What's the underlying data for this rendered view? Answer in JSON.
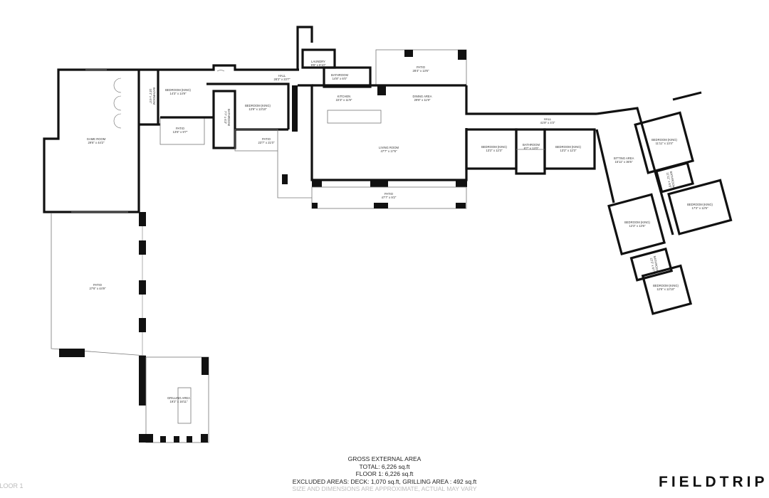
{
  "rooms": {
    "game_room": {
      "name": "GAME ROOM",
      "dims": "29'6\" x 44'2\""
    },
    "bedroom_1": {
      "name": "BEDROOM (KING)",
      "dims": "14'3\" x 14'9\""
    },
    "bathroom_1": {
      "name": "BATHROOM",
      "dims": "10'1\" x 6'4\""
    },
    "patio_1": {
      "name": "PATIO",
      "dims": "13'6\" x 9'7\""
    },
    "bedroom_2": {
      "name": "BEDROOM (KING)",
      "dims": "13'9\" x 13'10\""
    },
    "bathroom_2": {
      "name": "BATHROOM",
      "dims": "7'7\" x 6'3\""
    },
    "patio_2": {
      "name": "PATIO",
      "dims": "23'7\" x 21'0\""
    },
    "hall_1": {
      "name": "HALL",
      "dims": "28'2\" x 23'7\""
    },
    "laundry": {
      "name": "LAUNDRY",
      "dims": "9'8\" x 5'10\""
    },
    "bathroom_3": {
      "name": "BATHROOM",
      "dims": "14'8\" x 6'0\""
    },
    "kitchen": {
      "name": "KITCHEN",
      "dims": "22'3\" x 11'9\""
    },
    "dining": {
      "name": "DINING AREA",
      "dims": "29'8\" x 11'9\""
    },
    "patio_3": {
      "name": "PATIO",
      "dims": "28'4\" x 13'6\""
    },
    "living": {
      "name": "LIVING ROOM",
      "dims": "47'7\" x 17'6\""
    },
    "patio_4": {
      "name": "PATIO",
      "dims": "47'7\" x 9'2\""
    },
    "hall_2": {
      "name": "HALL",
      "dims": "41'9\" x 4'3\""
    },
    "bedroom_3": {
      "name": "BEDROOM (KING)",
      "dims": "13'2\" x 12'3\""
    },
    "bathroom_4": {
      "name": "BATHROOM",
      "dims": "8'7\" x 12'0\""
    },
    "bedroom_4": {
      "name": "BEDROOM (KING)",
      "dims": "13'2\" x 12'3\""
    },
    "sitting": {
      "name": "SITTING AREA",
      "dims": "15'11\" x 36'5\""
    },
    "bedroom_5": {
      "name": "BEDROOM (KING)",
      "dims": "11'11\" x 13'4\""
    },
    "bathroom_5": {
      "name": "BATHROOM",
      "dims": "11'11\" x 6'8\""
    },
    "bedroom_6": {
      "name": "BEDROOM (KING)",
      "dims": "17'2\" x 12'5\""
    },
    "bedroom_7": {
      "name": "BEDROOM (KING)",
      "dims": "12'3\" x 13'6\""
    },
    "bathroom_6": {
      "name": "BATHROOM",
      "dims": "12'3\" x 6'7\""
    },
    "bedroom_8": {
      "name": "BEDROOM (KING)",
      "dims": "12'6\" x 12'10\""
    },
    "patio_5": {
      "name": "PATIO",
      "dims": "27'6\" x 44'9\""
    },
    "grilling": {
      "name": "GRILLING AREA",
      "dims": "19'2\" x 16'11\""
    }
  },
  "summary": {
    "title": "GROSS EXTERNAL AREA",
    "total": "TOTAL: 6,226 sq.ft",
    "floor1": "FLOOR 1: 6,226 sq.ft",
    "excluded": "EXCLUDED AREAS: DECK: 1,070 sq.ft, GRILLING AREA : 492 sq.ft",
    "note": "SIZE AND DIMENSIONS ARE APPROXIMATE, ACTUAL MAY VARY"
  },
  "floor_label": "FLOOR 1",
  "logo": "FIELDTRIP"
}
